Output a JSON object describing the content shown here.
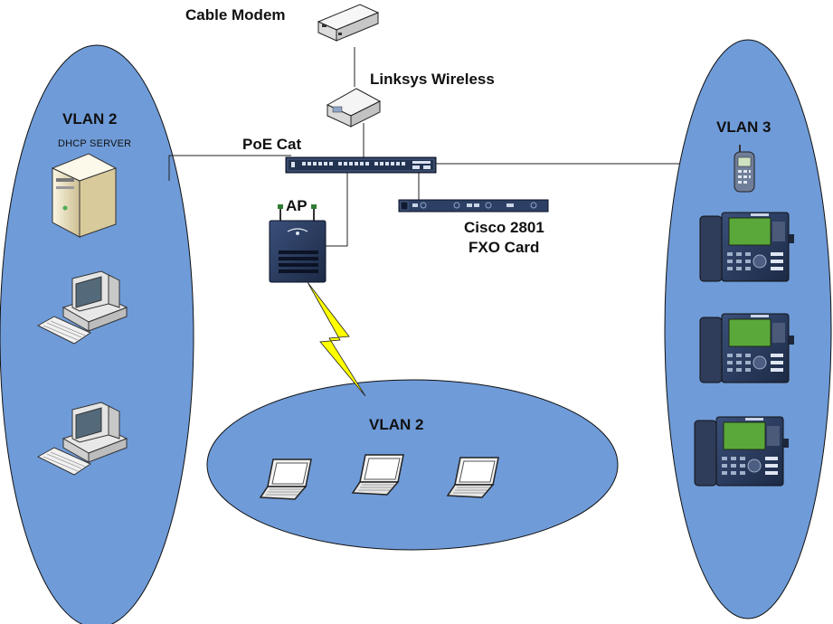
{
  "labels": {
    "cable_modem": "Cable Modem",
    "linksys": "Linksys Wireless",
    "poe_switch": "PoE Cat",
    "ap": "AP",
    "cisco_line1": "Cisco 2801",
    "cisco_line2": "FXO Card",
    "vlan_left": "VLAN 2",
    "dhcp": "DHCP SERVER",
    "vlan_bottom": "VLAN 2",
    "vlan_right": "VLAN 3"
  },
  "colors": {
    "vlan_fill": "#6f9bd8",
    "vlan_stroke": "#111111",
    "link": "#222222",
    "wireless_bolt": "#ffff00",
    "phone_body": "#2b3a55",
    "phone_screen": "#5aa83a",
    "computer_body": "#eeeeee"
  },
  "icons": [
    "cable-modem-icon",
    "wireless-router-icon",
    "poe-switch-icon",
    "access-point-icon",
    "cisco-router-icon",
    "server-tower-icon",
    "desktop-computer-icon",
    "laptop-icon",
    "mobile-phone-icon",
    "ip-phone-icon",
    "wireless-link-icon"
  ]
}
